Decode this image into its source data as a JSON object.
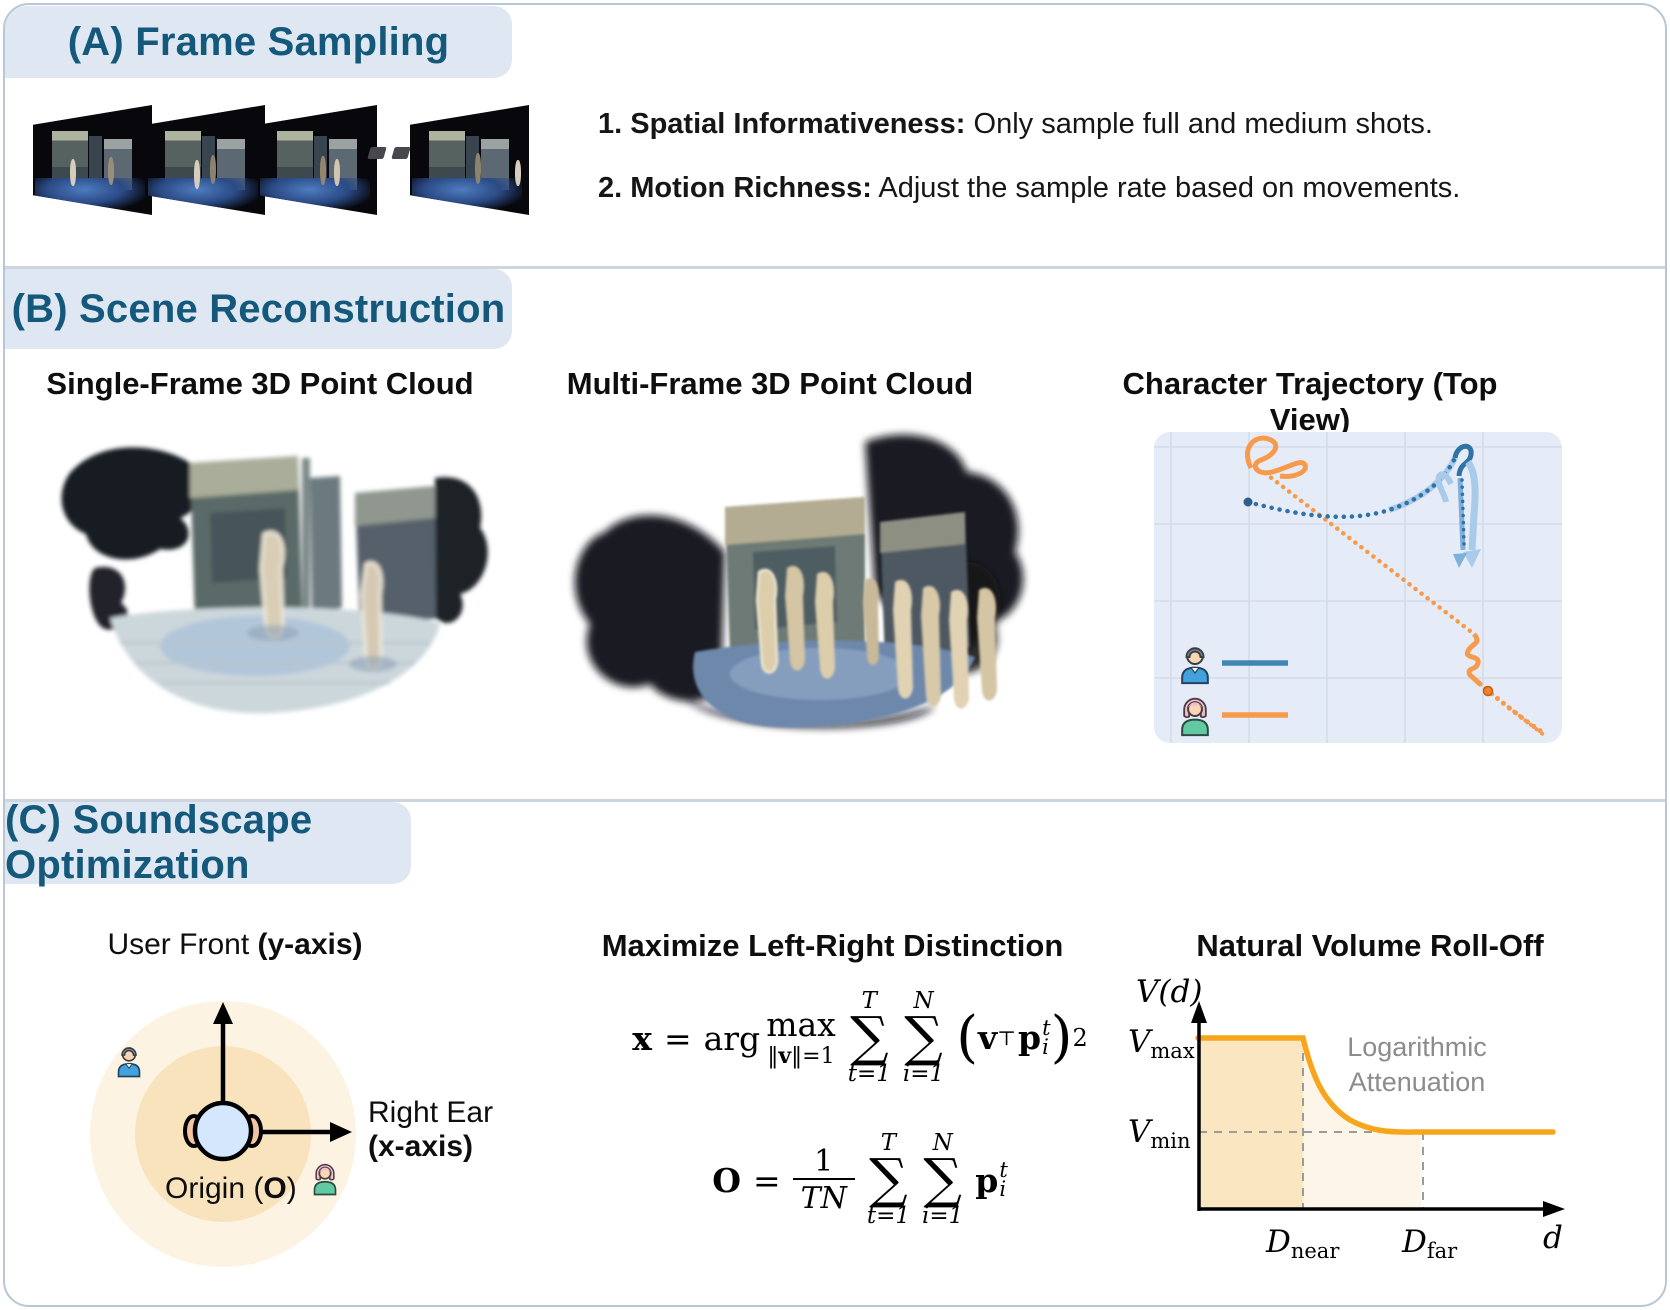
{
  "sections": {
    "a": {
      "header": "(A) Frame Sampling",
      "items": [
        {
          "lead": "1. Spatial Informativeness:",
          "rest": " Only sample full and medium shots."
        },
        {
          "lead": "2. Motion Richness:",
          "rest": " Adjust the sample rate based on movements."
        }
      ]
    },
    "b": {
      "header": "(B) Scene Reconstruction",
      "col1_title": "Single-Frame 3D Point Cloud",
      "col2_title": "Multi-Frame 3D Point Cloud",
      "col3_title": "Character Trajectory (Top View)"
    },
    "c": {
      "header": "(C) Soundscape Optimization",
      "user_front": {
        "title_main": "User Front ",
        "title_bold": "(y-axis)",
        "right_ear": "Right Ear",
        "x_axis_bold": "(x-axis)",
        "origin_pre": "Origin (",
        "origin_bold": "O",
        "origin_post": ")"
      },
      "math": {
        "title": "Maximize Left-Right Distinction",
        "f1": {
          "x": "x",
          "eq": "=",
          "arg": "arg",
          "max": "max",
          "norm_pre": "‖",
          "norm_v": "v",
          "norm_post": "‖=1",
          "sigma": "∑",
          "sum_top1": "T",
          "sum_bot1": "t=1",
          "sum_top2": "N",
          "sum_bot2": "i=1",
          "lp": "(",
          "v": "v",
          "transpose": "⊤",
          "p": "p",
          "sup": "t",
          "sub": "i",
          "rp": ")",
          "power": "2"
        },
        "f2": {
          "o": "O",
          "eq": "=",
          "num": "1",
          "den": "TN",
          "sigma": "∑",
          "sum_top1": "T",
          "sum_bot1": "t=1",
          "sum_top2": "N",
          "sum_bot2": "i=1",
          "p": "p",
          "sup": "t",
          "sub": "i"
        }
      },
      "rolloff": {
        "title": "Natural Volume Roll-Off",
        "ylabel": "V(d)",
        "v": "V",
        "max_sub": "max",
        "min_sub": "min",
        "annot1": "Logarithmic",
        "annot2": "Attenuation",
        "d_base": "D",
        "near_sub": "near",
        "far_sub": "far",
        "xlabel": "d"
      }
    }
  },
  "colors": {
    "header_bg": "#dfe8f2",
    "header_text": "#14597c",
    "panel_border": "#b7c7d6",
    "divider": "#ccd5e0",
    "chart_bg": "#e5ecf7",
    "grid": "#d3dcea",
    "man_line": "#3f86b5",
    "man_dark": "#2e72a6",
    "man_light": "#a9cbe9",
    "woman_line": "#f89a4c",
    "rolloff_curve": "#f7a61c",
    "fill_near": "#fbe6c2",
    "fill_mid": "#fdf5e7",
    "outer_circle": "#fdf3e3",
    "inner_circle": "#f9e3bd",
    "head_fill": "#d4e7fc",
    "ear_fill": "#f2c4a2"
  },
  "chart_data": [
    {
      "type": "line",
      "title": "Character Trajectory (Top View)",
      "legend_position": "bottom-left",
      "legend": [
        {
          "icon": "man-person-icon",
          "color": "#3f86b5",
          "style": "dotted"
        },
        {
          "icon": "woman-person-icon",
          "color": "#f89a4c",
          "style": "dotted"
        }
      ],
      "grid": true,
      "axis_labels": false,
      "series": [
        {
          "name": "man-trajectory",
          "normalized_xy": [
            [
              0.23,
              0.23
            ],
            [
              0.34,
              0.27
            ],
            [
              0.48,
              0.28
            ],
            [
              0.59,
              0.25
            ],
            [
              0.7,
              0.17
            ],
            [
              0.74,
              0.08
            ],
            [
              0.78,
              0.07
            ],
            [
              0.75,
              0.14
            ],
            [
              0.76,
              0.26
            ],
            [
              0.77,
              0.4
            ],
            [
              0.78,
              0.43
            ]
          ],
          "start_marker": "dot",
          "end_marker": "arrow-down"
        },
        {
          "name": "woman-trajectory",
          "normalized_xy": [
            [
              0.25,
              0.06
            ],
            [
              0.29,
              0.02
            ],
            [
              0.27,
              0.09
            ],
            [
              0.33,
              0.13
            ],
            [
              0.37,
              0.11
            ],
            [
              0.31,
              0.13
            ],
            [
              0.53,
              0.45
            ],
            [
              0.78,
              0.65
            ],
            [
              0.77,
              0.7
            ],
            [
              0.79,
              0.78
            ],
            [
              0.82,
              0.83
            ],
            [
              0.96,
              0.97
            ]
          ],
          "start_marker": "loop",
          "end_marker": "dot"
        }
      ]
    },
    {
      "type": "line",
      "title": "Natural Volume Roll-Off",
      "xlabel": "d",
      "ylabel": "V(d)",
      "annotations": [
        "Logarithmic Attenuation"
      ],
      "key_points": {
        "x_ticks": [
          "D_near",
          "D_far"
        ],
        "y_ticks": [
          "V_max",
          "V_min"
        ]
      },
      "curve": [
        {
          "segment": "flat",
          "from_x": 0,
          "to_x": "D_near",
          "y": "V_max"
        },
        {
          "segment": "logarithmic-decay",
          "from_x": "D_near",
          "to_x": "D_far",
          "from_y": "V_max",
          "to_y": "V_min"
        },
        {
          "segment": "flat",
          "from_x": "D_far",
          "to_x": "end",
          "y": "V_min"
        }
      ]
    }
  ]
}
